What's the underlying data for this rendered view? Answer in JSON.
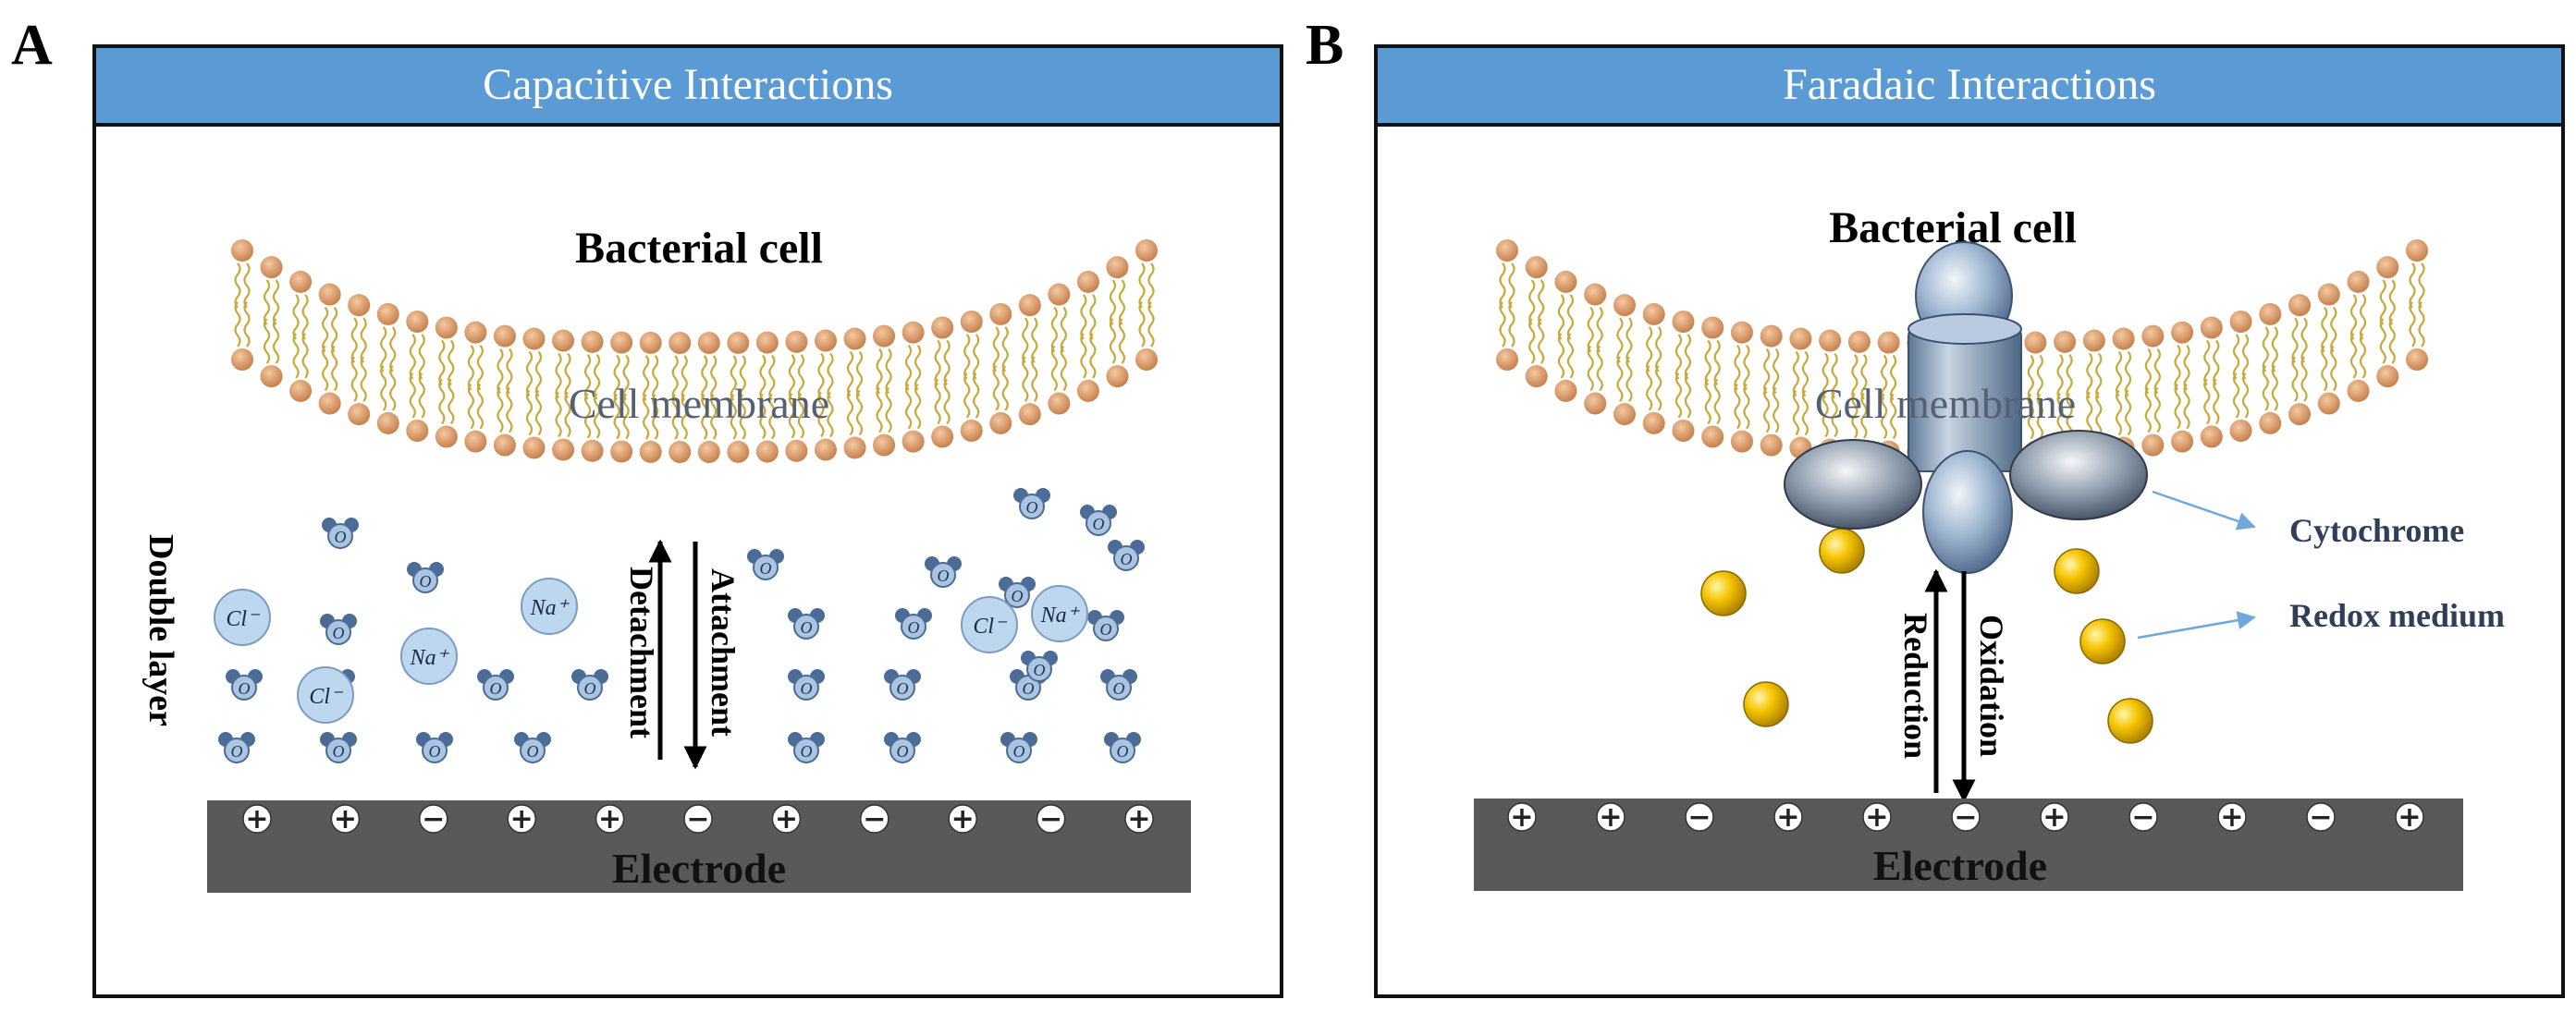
{
  "panels": [
    {
      "letter": "A",
      "header": "Capacitive Interactions",
      "cell_label": "Bacterial cell",
      "membrane_label": "Cell membrane",
      "side_label": "Double layer",
      "arrow_up_label": "Detachment",
      "arrow_down_label": "Attachment",
      "electrode_label": "Electrode",
      "electrode_charges": [
        "+",
        "+",
        "−",
        "+",
        "+",
        "−",
        "+",
        "−",
        "+",
        "−",
        "+"
      ],
      "ions": [
        {
          "kind": "cl",
          "text": "Cl⁻"
        },
        {
          "kind": "cl",
          "text": "Cl⁻"
        },
        {
          "kind": "na",
          "text": "Na⁺"
        },
        {
          "kind": "na",
          "text": "Na⁺"
        },
        {
          "kind": "cl",
          "text": "Cl⁻"
        },
        {
          "kind": "na",
          "text": "Na⁺"
        }
      ],
      "water_glyph": "O"
    },
    {
      "letter": "B",
      "header": "Faradaic Interactions",
      "cell_label": "Bacterial cell",
      "membrane_label": "Cell membrane",
      "arrow_up_label": "Reduction",
      "arrow_down_label": "Oxidation",
      "electrode_label": "Electrode",
      "electrode_charges": [
        "+",
        "+",
        "−",
        "+",
        "+",
        "−",
        "+",
        "−",
        "+",
        "−",
        "+"
      ],
      "cytochrome_label": "Cytochrome",
      "redox_label": "Redox medium"
    }
  ],
  "colors": {
    "header_blue": "#5b9bd5",
    "lipid_head": "#d9915a",
    "lipid_tail": "#c9a93a",
    "electrode": "#595959",
    "ion_fill": "#bdd7ee",
    "water": "#6f8fb8",
    "redox": "#f5c400",
    "protein": "#9fb6d0",
    "pointer": "#6fa8dc"
  }
}
